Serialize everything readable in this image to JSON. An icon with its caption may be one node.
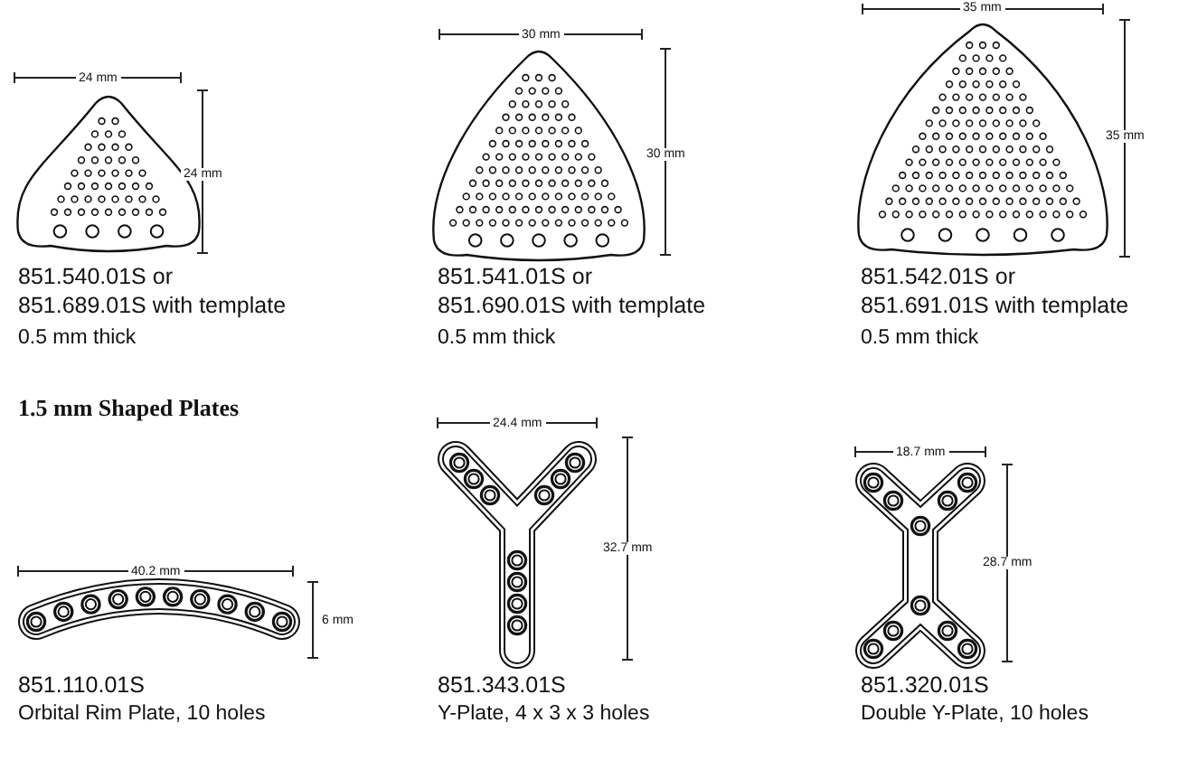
{
  "diagram": {
    "labels": [
      "24 mm",
      "24 mm",
      "851.540.01S or 851.689.01S with template",
      "0.5 mm thick",
      "30 mm",
      "30 mm",
      "851.541.01S or 851.690.01S with template",
      "0.5 mm thick",
      "35 mm",
      "35 mm",
      "851.542.01S or 851.691.01S with template",
      "0.5 mm thick",
      "1.5 mm Shaped Plates",
      "40.2 mm",
      "6 mm",
      "851.110.01S",
      "Orbital Rim Plate, 10 holes",
      "24.4 mm",
      "32.7 mm",
      "851.343.01S",
      "Y-Plate, 4 x 3 x 3 holes",
      "18.7 mm",
      "28.7 mm",
      "851.320.01S",
      "Double Y-Plate, 10 holes"
    ]
  }
}
